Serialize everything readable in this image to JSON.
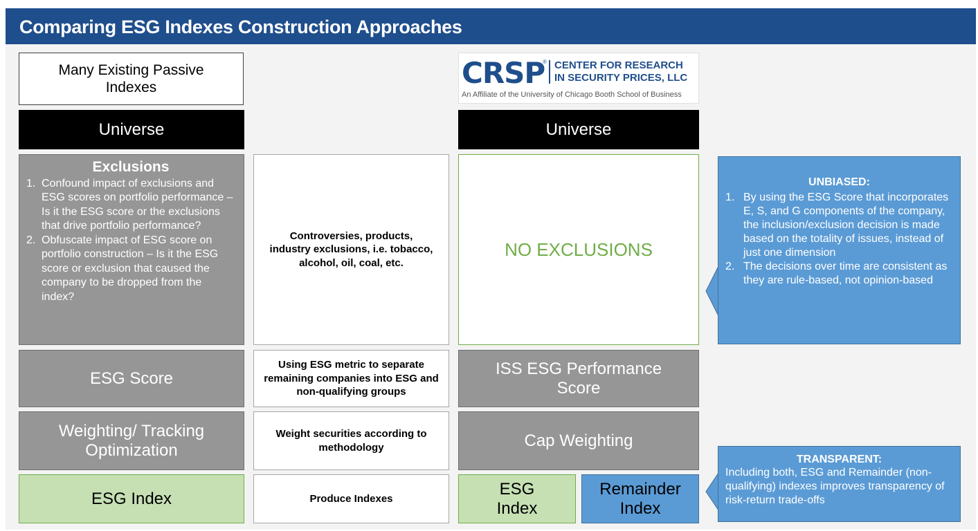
{
  "header": {
    "title": "Comparing ESG Indexes Construction Approaches"
  },
  "left_column": {
    "top_box": "Many Existing Passive Indexes",
    "universe": "Universe",
    "exclusions": {
      "title": "Exclusions",
      "items": [
        {
          "num": "1.",
          "text": "Confound impact of exclusions and ESG scores on portfolio performance – Is it the ESG score or the exclusions that drive portfolio performance?"
        },
        {
          "num": "2.",
          "text": "Obfuscate impact of ESG score on portfolio construction – Is it the ESG score or exclusion that caused the company to be dropped from the index?"
        }
      ]
    },
    "esg_score": "ESG Score",
    "weighting": "Weighting/ Tracking Optimization",
    "esg_index": "ESG Index"
  },
  "middle_column": {
    "exclusions_desc": "Controversies, products, industry exclusions, i.e. tobacco, alcohol, oil, coal, etc.",
    "score_desc": "Using ESG metric to separate remaining companies into ESG and non-qualifying groups",
    "weight_desc": "Weight securities according to methodology",
    "produce_desc": "Produce Indexes"
  },
  "right_column": {
    "logo": {
      "mark": "CRSP",
      "reg": "®",
      "line1": "CENTER FOR RESEARCH",
      "line2": "IN SECURITY PRICES, LLC",
      "affiliation": "An Affiliate of the University of Chicago Booth School of Business"
    },
    "universe": "Universe",
    "no_exclusions": "NO EXCLUSIONS",
    "iss_score": "ISS ESG Performance Score",
    "cap_weighting": "Cap Weighting",
    "esg_index": "ESG Index",
    "remainder_index": "Remainder Index"
  },
  "callouts": {
    "unbiased": {
      "title": "UNBIASED:",
      "items": [
        {
          "num": "1.",
          "text": "By using the ESG Score that incorporates E, S, and G components of the company, the inclusion/exclusion decision is made based on the totality of issues, instead of just one dimension"
        },
        {
          "num": "2.",
          "text": "The decisions over time are consistent as they are rule-based, not opinion-based"
        }
      ]
    },
    "transparent": {
      "title": "TRANSPARENT:",
      "text": "Including both, ESG and Remainder (non-qualifying) indexes improves transparency of risk-return trade-offs"
    }
  },
  "colors": {
    "header": "#1f4e8c",
    "gray_box": "#969696",
    "green_fill": "#c6e0b4",
    "green_border": "#70ad47",
    "green_text": "#70ad47",
    "blue_box": "#5b9bd5"
  }
}
